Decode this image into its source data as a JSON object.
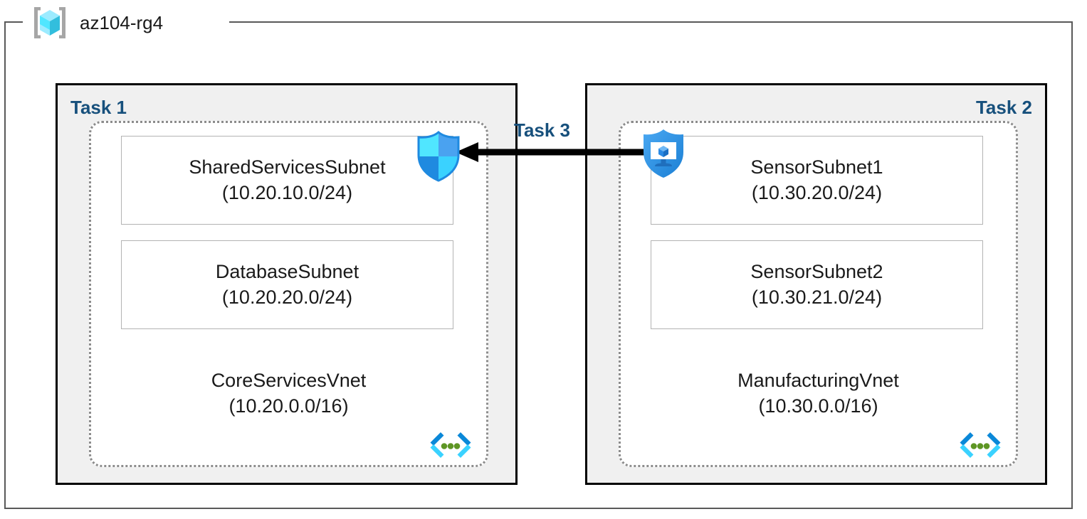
{
  "resource_group": {
    "name": "az104-rg4",
    "icon": "resource-group-cube-icon"
  },
  "connection": {
    "label": "Task 3",
    "direction": "right-to-left",
    "arrow_icon": "left-arrow-icon"
  },
  "panels": [
    {
      "id": "task1",
      "label": "Task 1",
      "label_align": "left",
      "badge_icon": "shield-quadrants-icon",
      "vnet": {
        "name": "CoreServicesVnet",
        "cidr": "(10.20.0.0/16)",
        "icon": "vnet-brackets-icon"
      },
      "subnets": [
        {
          "name": "SharedServicesSubnet",
          "cidr": "(10.20.10.0/24)"
        },
        {
          "name": "DatabaseSubnet",
          "cidr": "(10.20.20.0/24)"
        }
      ]
    },
    {
      "id": "task2",
      "label": "Task 2",
      "label_align": "right",
      "badge_icon": "shield-monitor-icon",
      "vnet": {
        "name": "ManufacturingVnet",
        "cidr": "(10.30.0.0/16)",
        "icon": "vnet-brackets-icon"
      },
      "subnets": [
        {
          "name": "SensorSubnet1",
          "cidr": "(10.30.20.0/24)"
        },
        {
          "name": "SensorSubnet2",
          "cidr": "(10.30.21.0/24)"
        }
      ]
    }
  ],
  "colors": {
    "task_label": "#17507c",
    "panel_fill": "#f0f0f0",
    "panel_border": "#000000",
    "vnet_border": "#8c8c8c",
    "subnet_border": "#b3b3b3",
    "rg_border": "#595959",
    "azure_blue": "#0078d4",
    "azure_cyan": "#50e6ff",
    "vnet_dot_green": "#5e9624",
    "arrow": "#000000"
  }
}
